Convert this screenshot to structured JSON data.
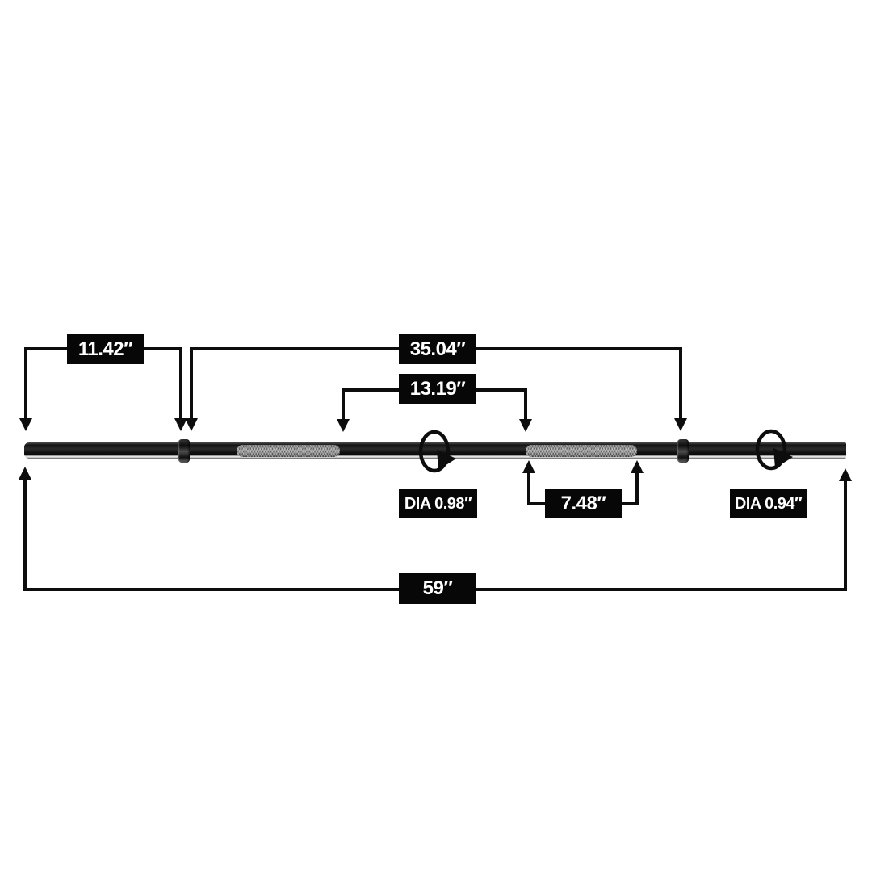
{
  "diagram": {
    "subject": "Barbell bar dimension diagram",
    "colors": {
      "background": "#ffffff",
      "line": "#0d0d0d",
      "label_background": "#070707",
      "label_text": "#ffffff",
      "knurl_gray": "#8f8f8f",
      "bar_dark": "#141414"
    },
    "dimensions": {
      "left_sleeve_length": {
        "label": "11.42″"
      },
      "collar_to_collar_length": {
        "label": "35.04″"
      },
      "left_grip_span": {
        "label": "13.19″"
      },
      "center_knurl_length": {
        "label": "7.48″"
      },
      "shaft_diameter": {
        "label": "DIA 0.98″"
      },
      "sleeve_diameter": {
        "label": "DIA 0.94″"
      },
      "total_length": {
        "label": "59″"
      }
    },
    "icons": {
      "rotation_shaft": "rotation-ellipse-arrow-icon",
      "rotation_sleeve": "rotation-ellipse-arrow-icon",
      "dimension_arrows": "solid-triangle-arrow-icon"
    }
  }
}
